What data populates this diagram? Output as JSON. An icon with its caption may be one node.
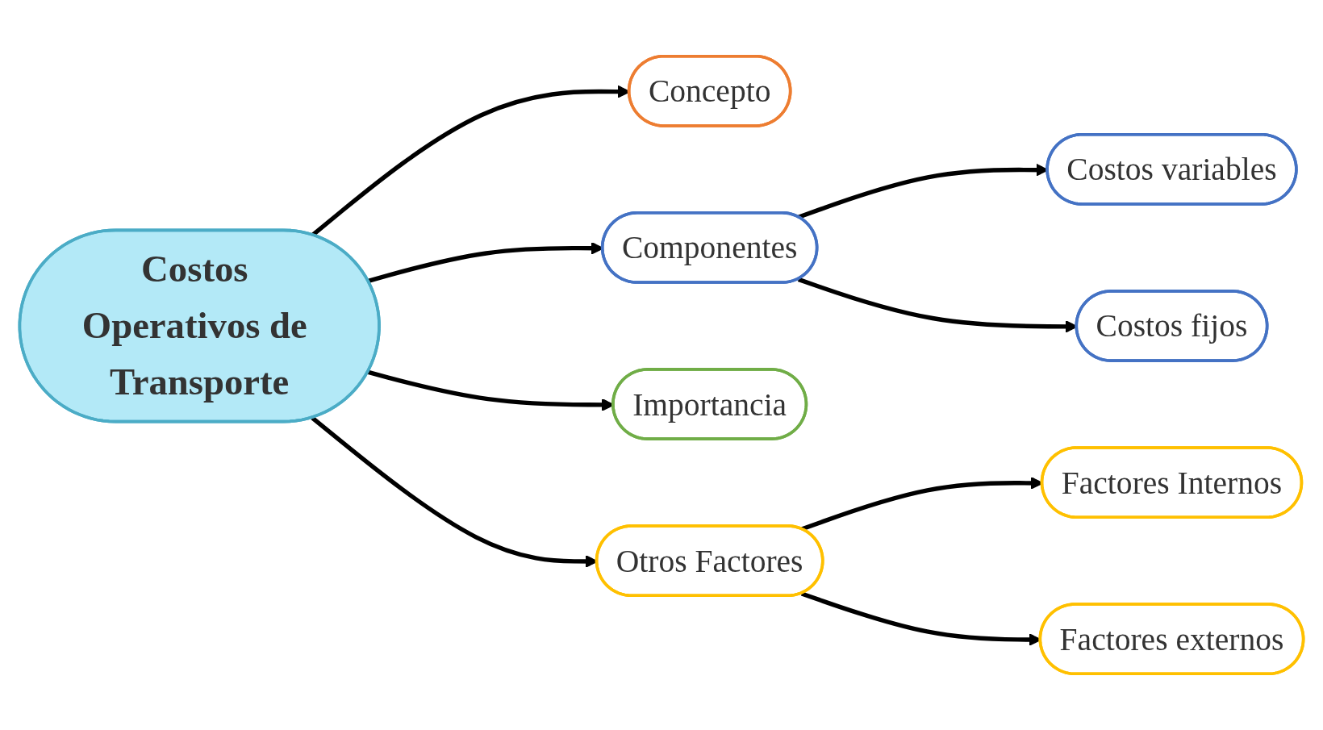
{
  "diagram": {
    "nodes": [
      {
        "text": [
          "Costos Operativos de Transporte"
        ]
      },
      {
        "text": [
          "Concepto"
        ]
      },
      {
        "text": [
          "Componentes"
        ]
      },
      {
        "text": [
          "Costos variables"
        ]
      },
      {
        "text": [
          "Costos fijos"
        ]
      },
      {
        "text": [
          "Importancia"
        ]
      },
      {
        "text": [
          "Otros Factores"
        ]
      },
      {
        "text": [
          "Factores Internos"
        ]
      },
      {
        "text": [
          "Factores externos"
        ]
      }
    ],
    "edges": [
      {
        "from": 0,
        "to": 1,
        "arrow": "to"
      },
      {
        "from": 0,
        "to": 2,
        "arrow": "to"
      },
      {
        "from": 0,
        "to": 5,
        "arrow": "to"
      },
      {
        "from": 0,
        "to": 6,
        "arrow": "to"
      },
      {
        "from": 2,
        "to": 3,
        "arrow": "to"
      },
      {
        "from": 2,
        "to": 4,
        "arrow": "to"
      },
      {
        "from": 6,
        "to": 7,
        "arrow": "to"
      },
      {
        "from": 6,
        "to": 8,
        "arrow": "to"
      }
    ]
  }
}
